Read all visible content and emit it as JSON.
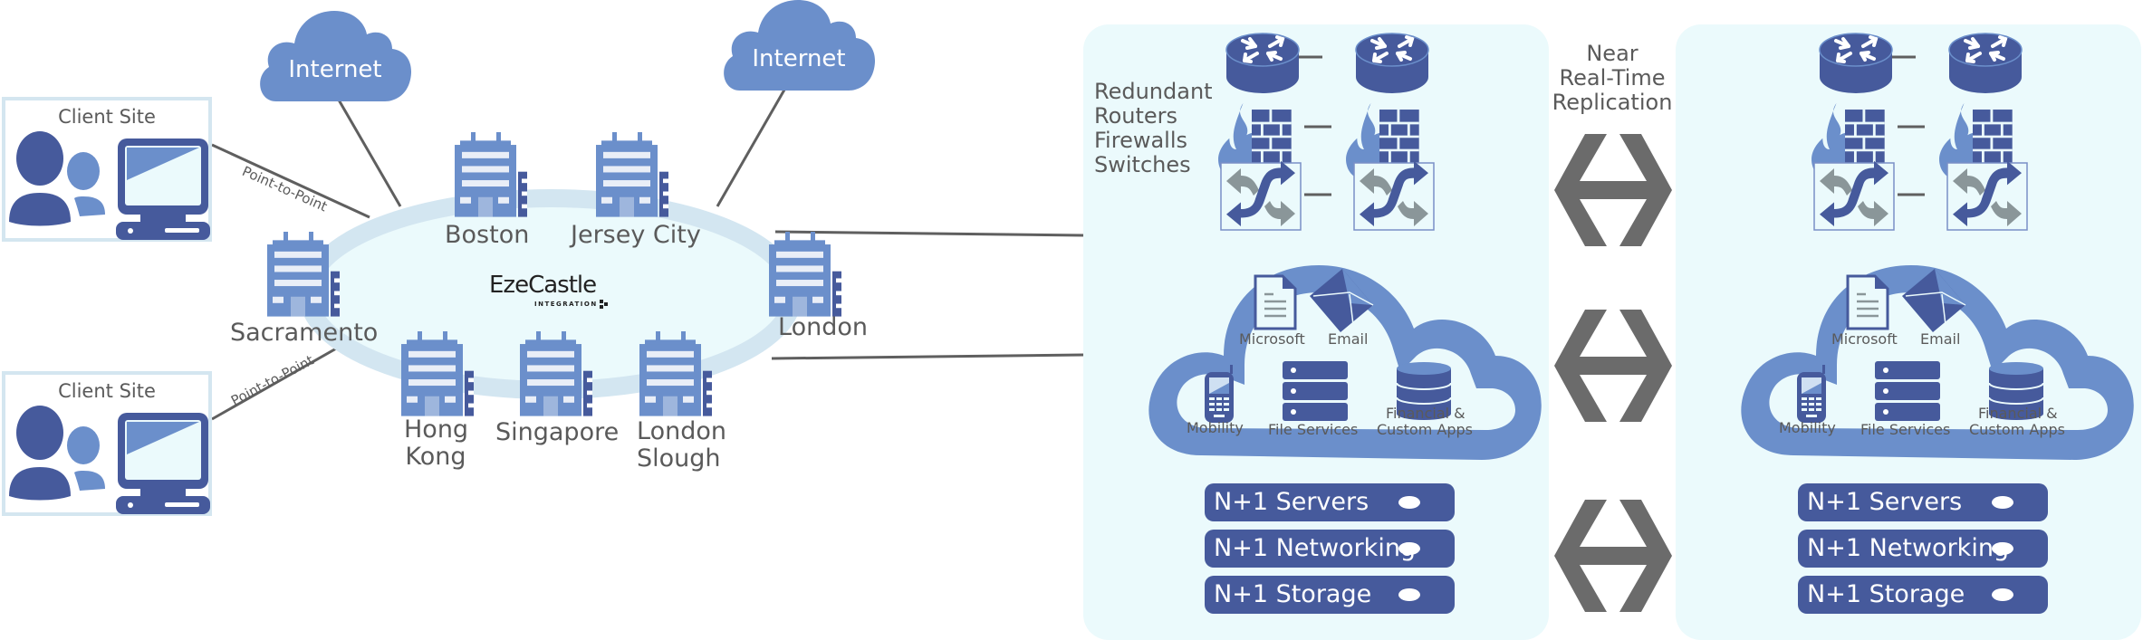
{
  "clouds": [
    {
      "label": "Internet"
    },
    {
      "label": "Internet"
    }
  ],
  "client_sites": [
    {
      "title": "Client Site",
      "link_label": "Point-to-Point"
    },
    {
      "title": "Client Site",
      "link_label": "Point-to-Point"
    }
  ],
  "ring": {
    "logo": {
      "name": "EzeCastle",
      "subtitle": "INTEGRATION"
    },
    "sites": [
      {
        "label": "Boston"
      },
      {
        "label": "Jersey City"
      },
      {
        "label": "Sacramento"
      },
      {
        "label": "London"
      },
      {
        "label": "Hong Kong"
      },
      {
        "label": "Singapore"
      },
      {
        "label": "London Slough"
      }
    ]
  },
  "redundant_label": [
    "Redundant",
    "Routers",
    "Firewalls",
    "Switches"
  ],
  "replication_label": [
    "Near",
    "Real-Time",
    "Replication"
  ],
  "datacenters": [
    {
      "services": [
        {
          "label": "Microsoft",
          "icon": "document-icon"
        },
        {
          "label": "Email",
          "icon": "envelope-icon"
        },
        {
          "label": "Mobility",
          "icon": "mobile-phone-icon"
        },
        {
          "label": "File Services",
          "icon": "server-stack-icon"
        },
        {
          "label": "Financial &",
          "label2": "Custom Apps",
          "icon": "database-icon"
        }
      ],
      "bars": [
        "N+1 Servers",
        "N+1 Networking",
        "N+1 Storage"
      ]
    },
    {
      "services": [
        {
          "label": "Microsoft",
          "icon": "document-icon"
        },
        {
          "label": "Email",
          "icon": "envelope-icon"
        },
        {
          "label": "Mobility",
          "icon": "mobile-phone-icon"
        },
        {
          "label": "File Services",
          "icon": "server-stack-icon"
        },
        {
          "label": "Financial &",
          "label2": "Custom Apps",
          "icon": "database-icon"
        }
      ],
      "bars": [
        "N+1 Servers",
        "N+1 Networking",
        "N+1 Storage"
      ]
    }
  ],
  "colors": {
    "dark_blue": "#465a9c",
    "mid_blue": "#6b8fcb",
    "ring": "#d3e6f1",
    "ring_fill": "#ebfafc",
    "panel": "#ebfafc",
    "arrow_gray": "#6b6b6b",
    "switch_gray": "#8a9699",
    "text_gray": "#5a5a5a"
  }
}
